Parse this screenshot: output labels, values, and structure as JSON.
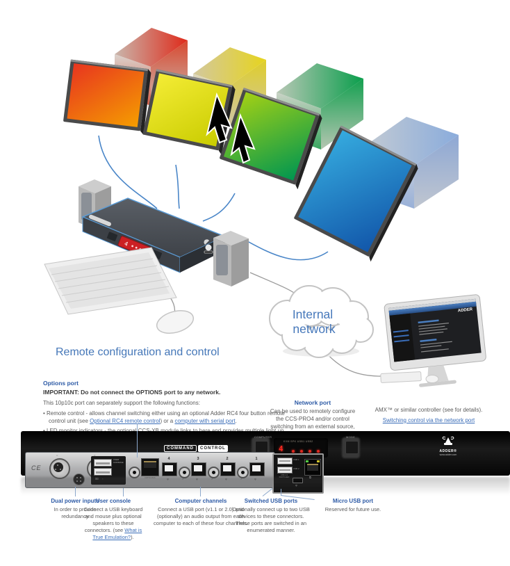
{
  "colors": {
    "accent_blue": "#4577b8",
    "label_blue": "#2e5ba6",
    "link_blue": "#3a6db8",
    "led_red": "#e02920"
  },
  "illustration": {
    "cloud_label_line1": "Internal",
    "cloud_label_line2": "network",
    "remote_screen_brand": "ADDER"
  },
  "heading": "Remote configuration and control",
  "options_section": {
    "title": "Options port",
    "important": "IMPORTANT: Do not connect the OPTIONS port to any network.",
    "intro": "This 10p10c port can separately support the following functions:",
    "bullet1_pre": "• Remote control - allows channel switching either using an optional Adder RC4 four button remote control unit (see ",
    "bullet1_link1": "Optional RC4 remote control",
    "bullet1_mid": ") or a ",
    "bullet1_link2": "computer with serial port",
    "bullet1_end": ".",
    "bullet2": "• LED monitor indicators - the optional CCS-XB module links to here and provides multiple light up monitor indicators."
  },
  "network_section": {
    "title": "Network port",
    "body": "Can be used to remotely configure the CCS-PRO4 and/or control switching from an external source, such as a Crestron™,"
  },
  "amx_section": {
    "line1": "AMX™ or similar controller (see for details).",
    "link": "Switching control via the network port"
  },
  "panel": {
    "logo_word1": "COMMAND",
    "logo_word2": "CONTROL",
    "computer_label": "COMPUTER",
    "mode_label": "MODE",
    "led_labels": "KVM  SPK  USB1 USB2",
    "display_value": "4",
    "brand": "ADDER®",
    "brand_url": "www.adder.com",
    "ce_label": "CE",
    "user_console_label": "USER CONSOLE",
    "options_label": "OPTIONS",
    "channel_numbers": [
      "4",
      "3",
      "2",
      "1"
    ],
    "usb1_label": "USB 1",
    "usb2_label": "USB 2",
    "switched_label": "USB 2.0 SWITCHED"
  },
  "captions": {
    "dual_power": {
      "title": "Dual power inputs",
      "body": "In order to provide redundancy"
    },
    "user_console": {
      "title": "User console",
      "body_pre": "Connect a USB keyboard and mouse plus optional speakers to these connectors. (see ",
      "link": "What is True Emulation?",
      "body_end": ")."
    },
    "computer_channels": {
      "title": "Computer channels",
      "body": "Connect a USB port (v1.1 or 2.0) and (optionally) an audio output from each computer to each of these four channels."
    },
    "switched_usb": {
      "title": "Switched USB ports",
      "body": "Optionally connect up to two USB devices to these connectors. These ports are switched in an enumerated manner."
    },
    "micro_usb": {
      "title": "Micro USB port",
      "body": "Reserved for future use."
    }
  }
}
